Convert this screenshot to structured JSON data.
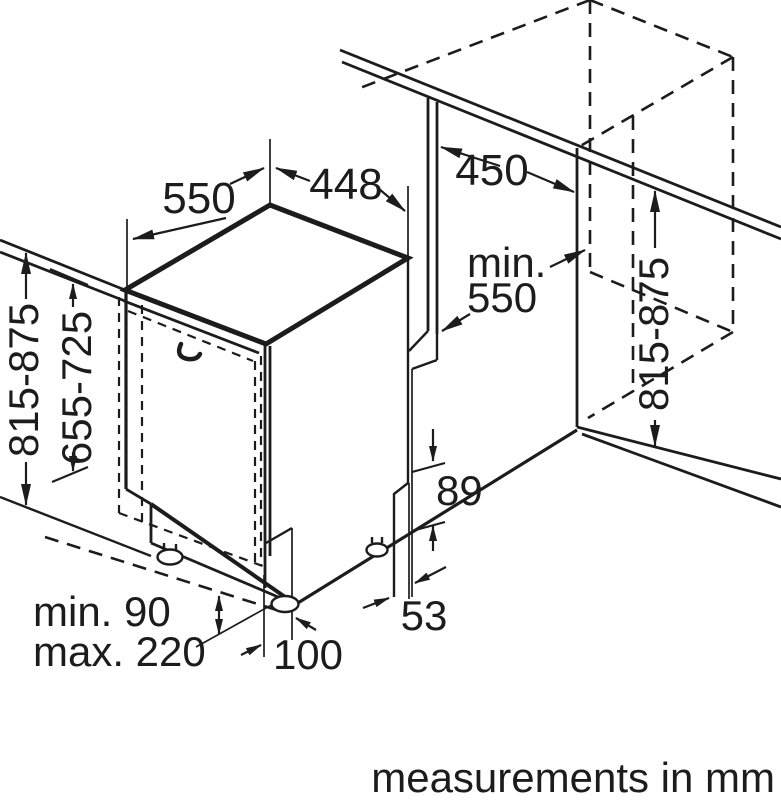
{
  "diagram": {
    "kind": "built-in dishwasher installation drawing",
    "footer": {
      "note": "measurements in mm"
    },
    "colors": {
      "line": "#1c1c1c",
      "background": "#ffffff"
    },
    "dimensions": {
      "appliance_depth": "550",
      "appliance_width": "448",
      "niche_width": "450",
      "niche_depth_prefix": "min.",
      "niche_depth_value": "550",
      "niche_height": "815-875",
      "appliance_height": "815-875",
      "door_panel_height": "655-725",
      "rear_step_height": "89",
      "rear_step_depth": "53",
      "plinth_recess_depth": "100",
      "plinth_height_min": "min. 90",
      "plinth_height_max": "max. 220"
    }
  }
}
